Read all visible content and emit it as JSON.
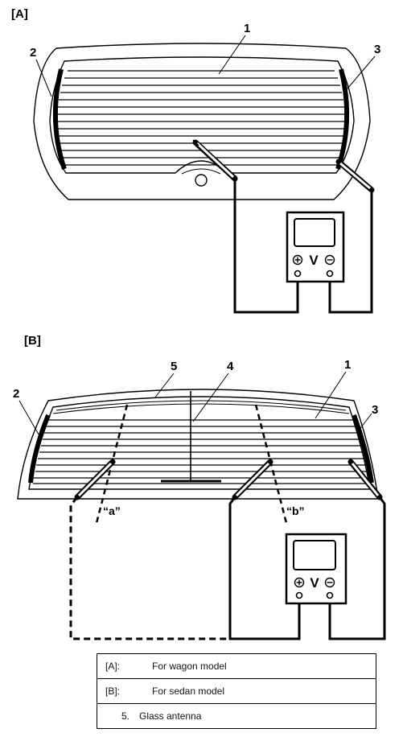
{
  "sections": {
    "a": {
      "label": "[A]"
    },
    "b": {
      "label": "[B]"
    }
  },
  "callouts": {
    "a": [
      "1",
      "2",
      "3"
    ],
    "b": [
      "1",
      "2",
      "3",
      "4",
      "5"
    ]
  },
  "points": {
    "a": "“a”",
    "b": "“b”"
  },
  "voltmeter": {
    "letter": "V"
  },
  "legend": [
    {
      "key": "[A]:",
      "text": "For wagon model"
    },
    {
      "key": "[B]:",
      "text": "For sedan model"
    },
    {
      "key": "5.",
      "text": "Glass antenna"
    }
  ]
}
